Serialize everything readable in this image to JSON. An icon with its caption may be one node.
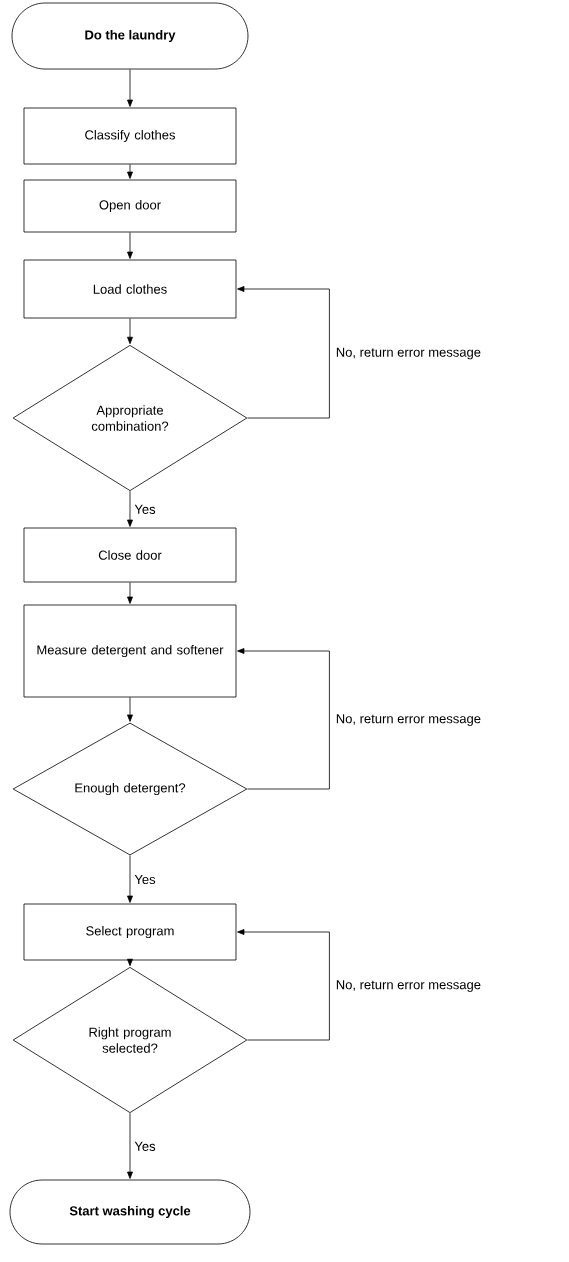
{
  "diagram": {
    "nodes": [
      {
        "text": [
          "Do the laundry"
        ]
      },
      {
        "text": [
          "Classify clothes"
        ]
      },
      {
        "text": [
          "Open door"
        ]
      },
      {
        "text": [
          "Load clothes"
        ]
      },
      {
        "text": [
          "Appropriate combination?"
        ]
      },
      {
        "text": [
          "Close door"
        ]
      },
      {
        "text": [
          "Measure detergent and softener"
        ]
      },
      {
        "text": [
          "Enough detergent?"
        ]
      },
      {
        "text": [
          "Select program"
        ]
      },
      {
        "text": [
          "Right program selected?"
        ]
      },
      {
        "text": [
          "Start washing cycle"
        ]
      }
    ],
    "edges": [
      {
        "from": 0,
        "to": 1,
        "arrow": "to"
      },
      {
        "from": 1,
        "to": 2,
        "arrow": "to"
      },
      {
        "from": 2,
        "to": 3,
        "arrow": "to"
      },
      {
        "from": 3,
        "to": 4,
        "arrow": "to"
      },
      {
        "from": 4,
        "to": 5,
        "arrow": "to",
        "label": "Yes"
      },
      {
        "from": 4,
        "to": 3,
        "arrow": "to",
        "label": "No, return error message"
      },
      {
        "from": 5,
        "to": 6,
        "arrow": "to"
      },
      {
        "from": 6,
        "to": 7,
        "arrow": "to"
      },
      {
        "from": 7,
        "to": 8,
        "arrow": "to",
        "label": "Yes"
      },
      {
        "from": 7,
        "to": 6,
        "arrow": "to",
        "label": "No, return error message"
      },
      {
        "from": 8,
        "to": 9,
        "arrow": "to"
      },
      {
        "from": 9,
        "to": 10,
        "arrow": "to",
        "label": "Yes"
      },
      {
        "from": 9,
        "to": 8,
        "arrow": "to",
        "label": "No, return error message"
      }
    ]
  }
}
